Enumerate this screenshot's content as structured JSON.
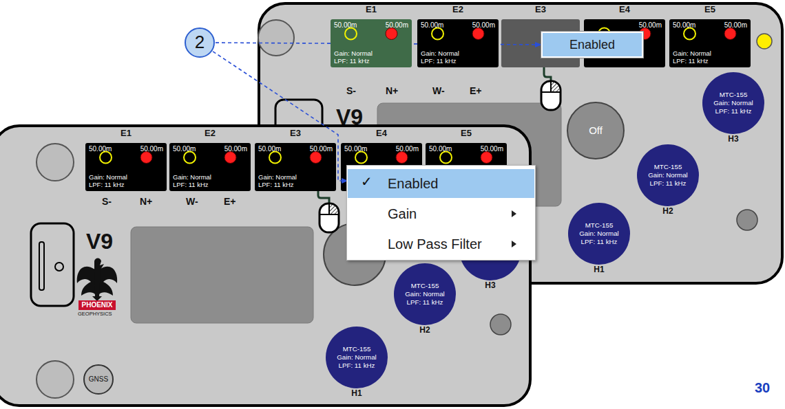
{
  "diagram": {
    "nodes": [
      {
        "text": [
          "V9"
        ]
      },
      {
        "text": [
          "E1",
          "50.00m",
          "50.00m",
          "Gain: Normal",
          "LPF: 11 kHz"
        ],
        "in": 0
      },
      {
        "text": [
          "E2",
          "50.00m",
          "50.00m",
          "Gain: Normal",
          "LPF: 11 kHz"
        ],
        "in": 0
      },
      {
        "text": [
          "E3"
        ],
        "in": 0
      },
      {
        "text": [
          "E4",
          "50.00m"
        ],
        "in": 0
      },
      {
        "text": [
          "E5",
          "50.00m",
          "50.00m",
          "Gain: Normal",
          "LPF: 11 kHz"
        ],
        "in": 0
      },
      {
        "text": [
          "Enabled"
        ],
        "in": 0
      },
      {
        "text": [
          "Off"
        ],
        "in": 0
      },
      {
        "text": [
          "MTC-155",
          "Gain: Normal",
          "LPF: 11 kHz",
          "H3"
        ],
        "in": 0
      },
      {
        "text": [
          "MTC-155",
          "Gain: Normal",
          "LPF: 11 kHz",
          "H2"
        ],
        "in": 0
      },
      {
        "text": [
          "MTC-155",
          "Gain: Normal",
          "LPF: 11 kHz",
          "H1"
        ],
        "in": 0
      },
      {
        "text": [
          "V9"
        ]
      },
      {
        "text": [
          "E1",
          "50.00m",
          "50.00m",
          "Gain: Normal",
          "LPF: 11 kHz"
        ],
        "in": 11
      },
      {
        "text": [
          "E2",
          "50.00m",
          "50.00m",
          "Gain: Normal",
          "LPF: 11 kHz"
        ],
        "in": 11
      },
      {
        "text": [
          "E3",
          "50.00m",
          "50.00m",
          "Gain: Normal",
          "LPF: 11 kHz"
        ],
        "in": 11
      },
      {
        "text": [
          "E4",
          "50.00m",
          "50.00m"
        ],
        "in": 11
      },
      {
        "text": [
          "E5",
          "50.00m",
          "50.00m"
        ],
        "in": 11
      },
      {
        "text": [
          "Enabled"
        ],
        "in": 11
      },
      {
        "text": [
          "Gain"
        ],
        "in": 11
      },
      {
        "text": [
          "Low Pass Filter"
        ],
        "in": 11
      },
      {
        "text": [
          "H3"
        ],
        "in": 11
      },
      {
        "text": [
          "MTC-155",
          "Gain: Normal",
          "LPF: 11 kHz",
          "H2"
        ],
        "in": 11
      },
      {
        "text": [
          "MTC-155",
          "Gain: Normal",
          "LPF: 11 kHz",
          "H1"
        ],
        "in": 11
      },
      {
        "text": [
          "GNSS"
        ],
        "in": 11
      },
      {
        "text": [
          "2"
        ]
      }
    ],
    "edges": [
      {
        "from": 24,
        "to": 6,
        "arrow": "to"
      },
      {
        "from": 24,
        "to": 17,
        "arrow": "to"
      }
    ],
    "labels": [
      "S-",
      "N+",
      "W-",
      "E+",
      "S-",
      "N+",
      "W-",
      "E+",
      "✓",
      "PHOENIX",
      "GEOPHYSICS",
      "30"
    ]
  }
}
